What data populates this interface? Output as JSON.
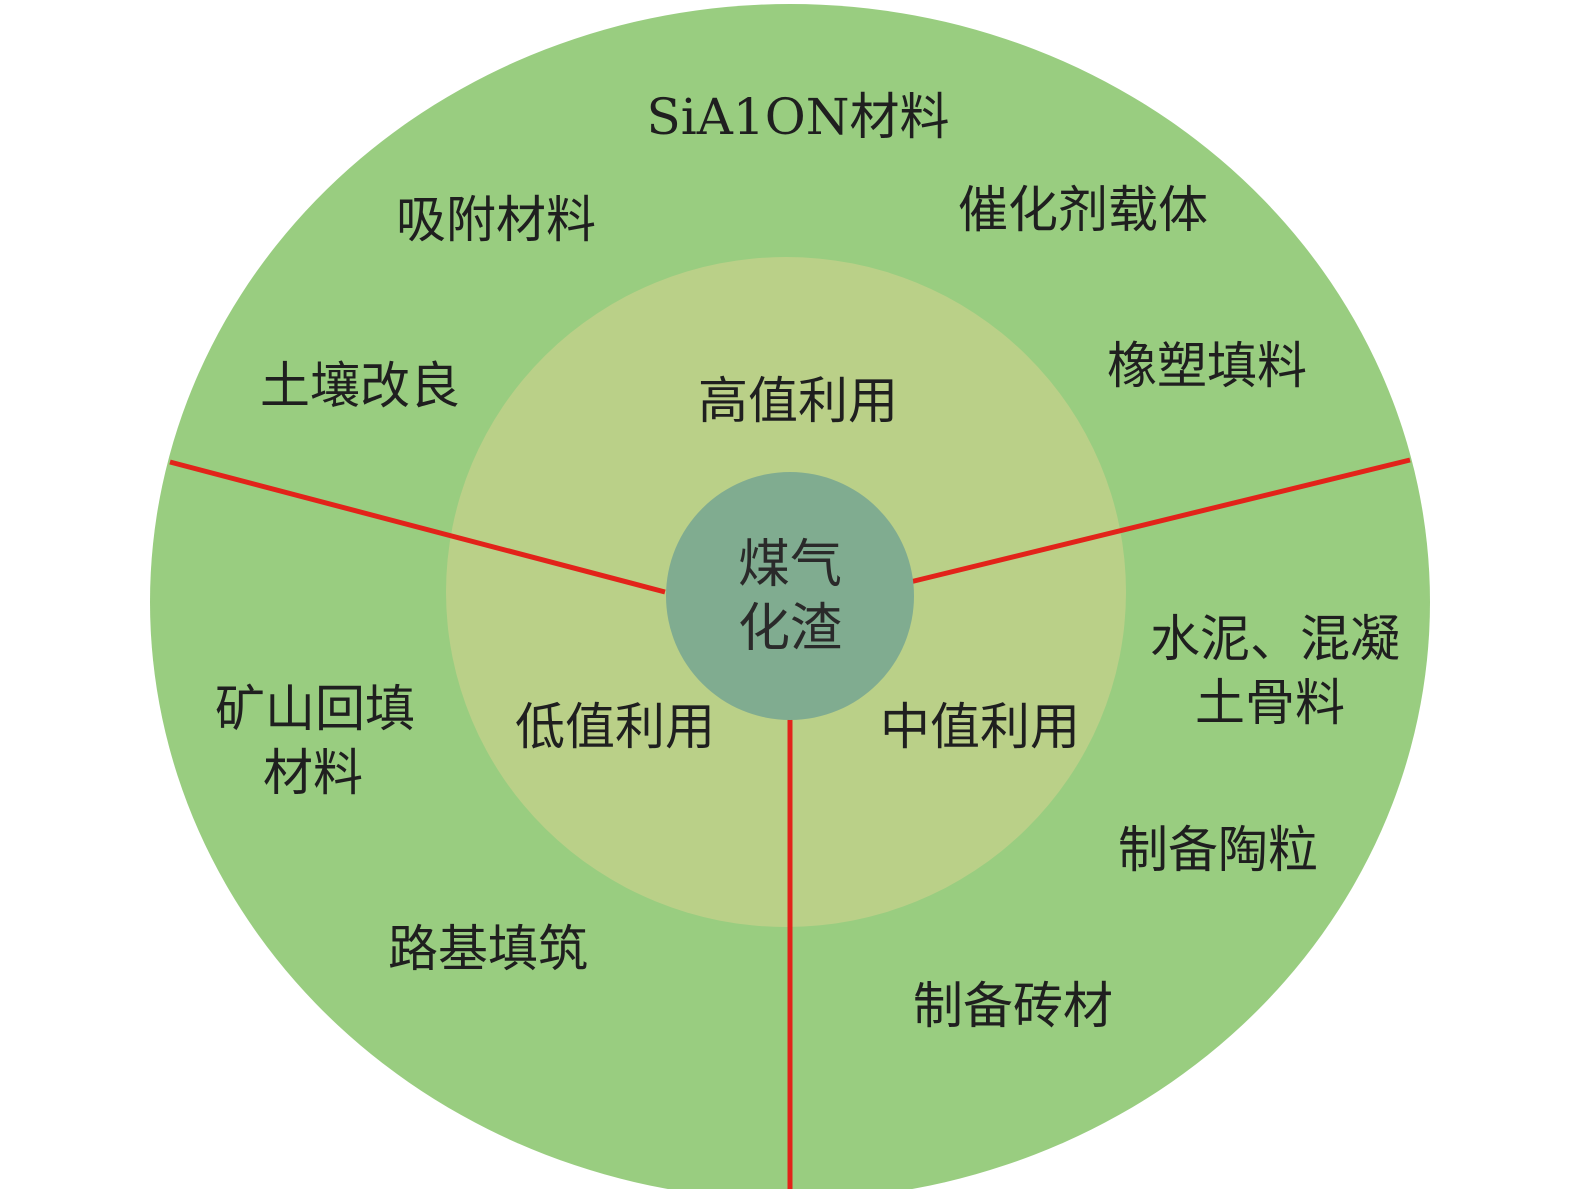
{
  "center": {
    "lines": [
      "煤气",
      "化渣"
    ]
  },
  "inner_ring": {
    "high": "高值利用",
    "mid": "中值利用",
    "low": "低值利用"
  },
  "outer_ring": {
    "high": {
      "sialon": "SiA1ON材料",
      "adsorption": "吸附材料",
      "catalyst": "催化剂载体",
      "soil": "土壤改良",
      "rubber": "橡塑填料"
    },
    "mid": {
      "cement": [
        "水泥、混凝",
        "土骨料"
      ],
      "ceramsite": "制备陶粒",
      "brick": "制备砖材"
    },
    "low": {
      "mine": [
        "矿山回填",
        "材料"
      ],
      "roadbed": "路基填筑"
    }
  },
  "colors": {
    "outer_ring": "#99cd80",
    "inner_ring": "#bad088",
    "center_circle": "#80ac90",
    "divider": "#e2231a",
    "text": "#1f1f1f"
  }
}
